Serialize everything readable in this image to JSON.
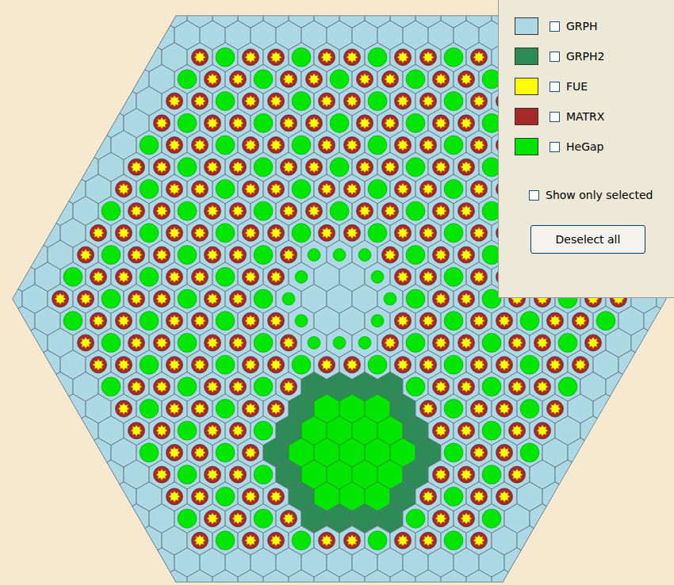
{
  "diagram": {
    "nodes": [
      {
        "text": [
          "Deselect all"
        ]
      }
    ],
    "labels": [
      "Show only selected"
    ],
    "legend": [
      {
        "text": "GRPH",
        "color": "#add8e6"
      },
      {
        "text": "GRPH2",
        "color": "#2e8b57"
      },
      {
        "text": "FUE",
        "color": "#ffff00"
      },
      {
        "text": "MATRX",
        "color": "#a52a2a"
      },
      {
        "text": "HeGap",
        "color": "#00e600"
      }
    ]
  }
}
